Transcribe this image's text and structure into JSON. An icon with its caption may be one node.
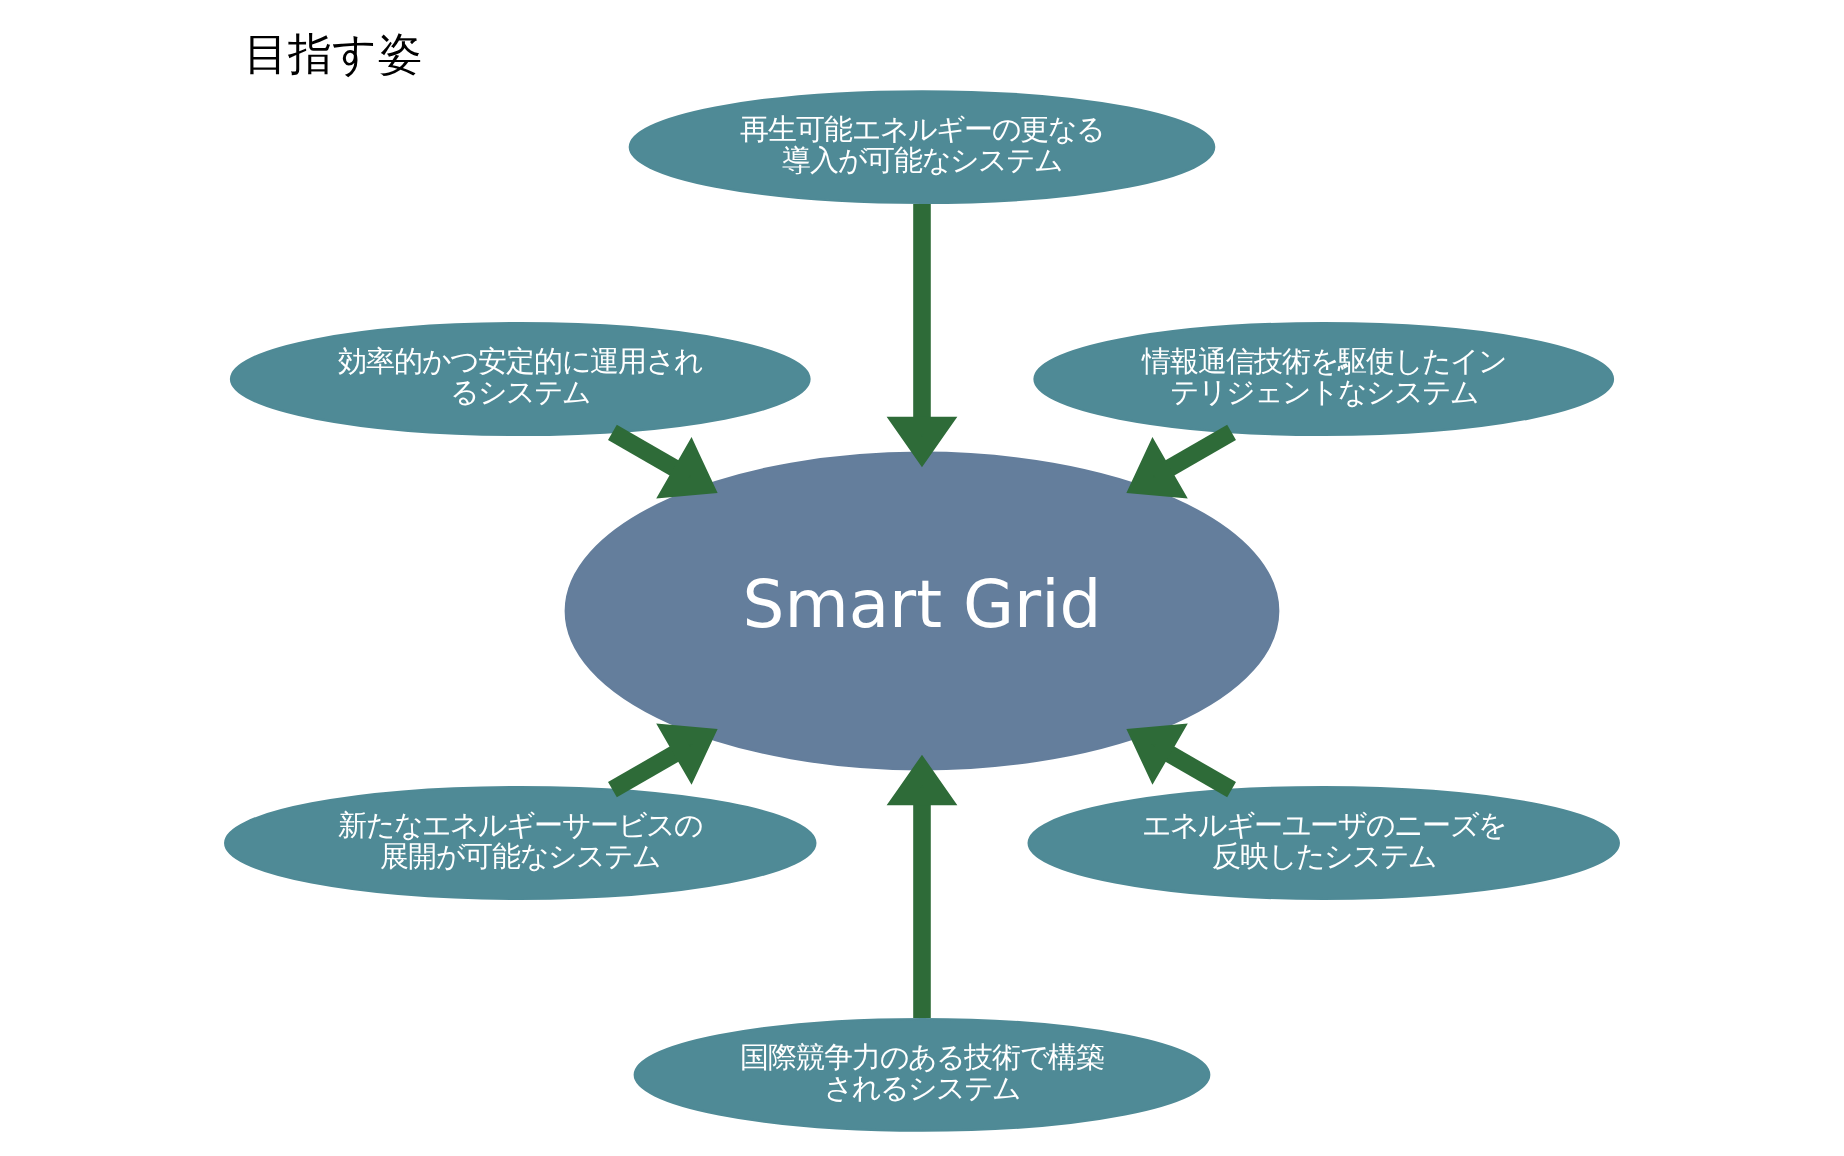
{
  "diagram": {
    "title": "目指す姿",
    "nodes": [
      {
        "text": [
          "再生可能エネルギーの更なる導入が可能なシステム"
        ]
      },
      {
        "text": [
          "効率的かつ安定的に運用されるシステム"
        ]
      },
      {
        "text": [
          "情報通信技術を駆使したインテリジェントなシステム"
        ]
      },
      {
        "text": [
          "Smart Grid"
        ]
      },
      {
        "text": [
          "新たなエネルギーサービスの展開が可能なシステム"
        ]
      },
      {
        "text": [
          "エネルギーユーザのニーズを反映したシステム"
        ]
      },
      {
        "text": [
          "国際競争力のある技術で構築されるシステム"
        ]
      }
    ],
    "edges": [
      {
        "from": 0,
        "to": 3,
        "arrow": "to"
      },
      {
        "from": 1,
        "to": 3,
        "arrow": "to"
      },
      {
        "from": 2,
        "to": 3,
        "arrow": "to"
      },
      {
        "from": 4,
        "to": 3,
        "arrow": "to"
      },
      {
        "from": 5,
        "to": 3,
        "arrow": "to"
      },
      {
        "from": 6,
        "to": 3,
        "arrow": "to"
      }
    ]
  }
}
